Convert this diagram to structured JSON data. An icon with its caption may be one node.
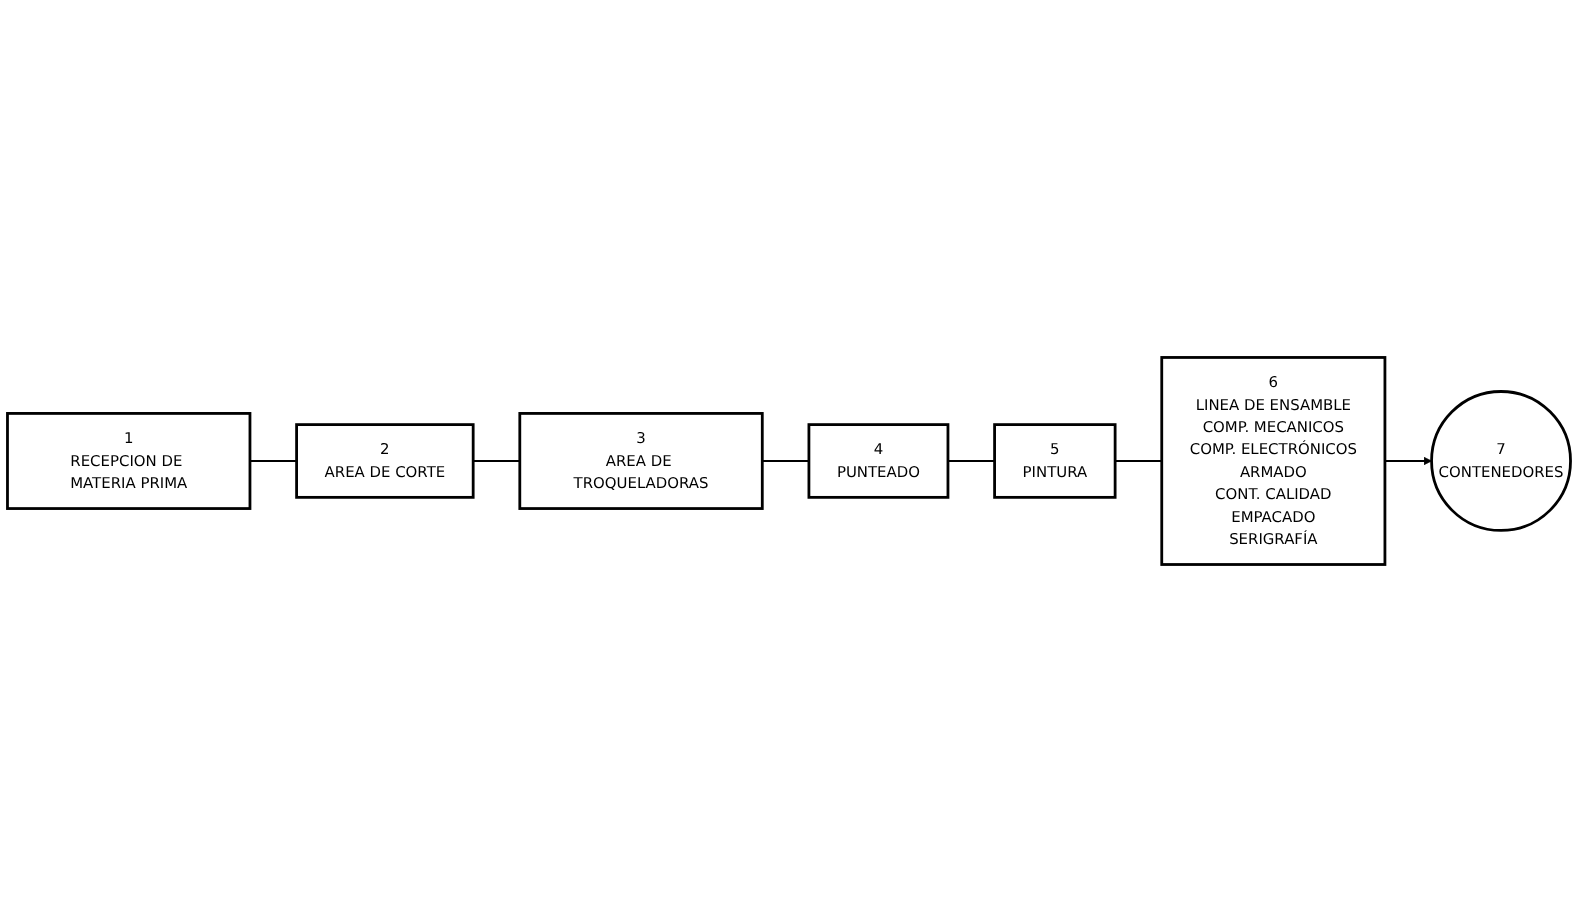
{
  "diagram": {
    "nodes": [
      {
        "text": [
          "6",
          "LINEA DE ENSAMBLE",
          "COMP. MECANICOS",
          "COMP. ELECTRÓNICOS",
          "ARMADO",
          "CONT. CALIDAD",
          "EMPACADO",
          "SERIGRAFÍA"
        ]
      },
      {
        "text": [
          "7",
          "CONTENEDORES"
        ]
      },
      {
        "text": [
          "5",
          "PINTURA"
        ]
      },
      {
        "text": [
          "4",
          "PUNTEADO"
        ]
      },
      {
        "text": [
          "1",
          "RECEPCION DE MATERIA PRIMA"
        ]
      },
      {
        "text": [
          "2",
          "AREA DE CORTE"
        ]
      },
      {
        "text": [
          "3",
          "AREA DE TROQUELADORAS"
        ]
      }
    ],
    "edges": [
      {
        "from": 4,
        "to": 5,
        "arrow": "none"
      },
      {
        "from": 5,
        "to": 6,
        "arrow": "none"
      },
      {
        "from": 6,
        "to": 3,
        "arrow": "none"
      },
      {
        "from": 3,
        "to": 2,
        "arrow": "none"
      },
      {
        "from": 2,
        "to": 0,
        "arrow": "none"
      },
      {
        "from": 0,
        "to": 1,
        "arrow": "to"
      }
    ]
  }
}
